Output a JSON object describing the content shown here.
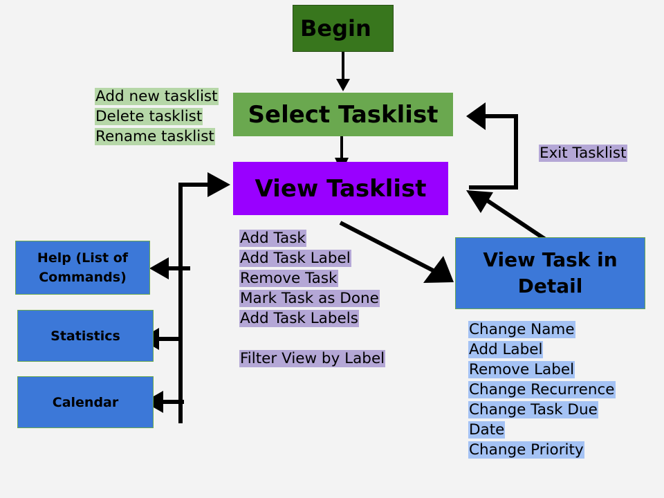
{
  "nodes": {
    "begin": "Begin",
    "select_tasklist": "Select Tasklist",
    "view_tasklist": "View Tasklist",
    "view_task_detail": [
      "View Task in",
      "Detail"
    ],
    "help": [
      "Help (List of",
      "Commands)"
    ],
    "statistics": "Statistics",
    "calendar": "Calendar"
  },
  "labels": {
    "tasklist_actions": [
      "Add new tasklist",
      "Delete tasklist",
      "Rename tasklist"
    ],
    "view_tasklist_actions": [
      "Add Task",
      "Add Task Label",
      "Remove Task",
      "Mark Task as Done",
      "Add Task Labels"
    ],
    "view_tasklist_filter": "Filter View by Label",
    "task_detail_actions": [
      "Change Name",
      "Add Label",
      "Remove Label",
      "Change Recurrence",
      "Change Task Due",
      "Date",
      "Change Priority"
    ],
    "exit_tasklist": "Exit Tasklist"
  },
  "colors": {
    "begin": "#38761d",
    "select_tasklist": "#6aa84f",
    "view_tasklist": "#9900ff",
    "blue_nodes": "#3c78d8",
    "green_highlight": "#b6d7a8",
    "purple_highlight": "#b4a7d6",
    "blue_highlight": "#a4c2f4",
    "background": "#f3f3f3"
  }
}
